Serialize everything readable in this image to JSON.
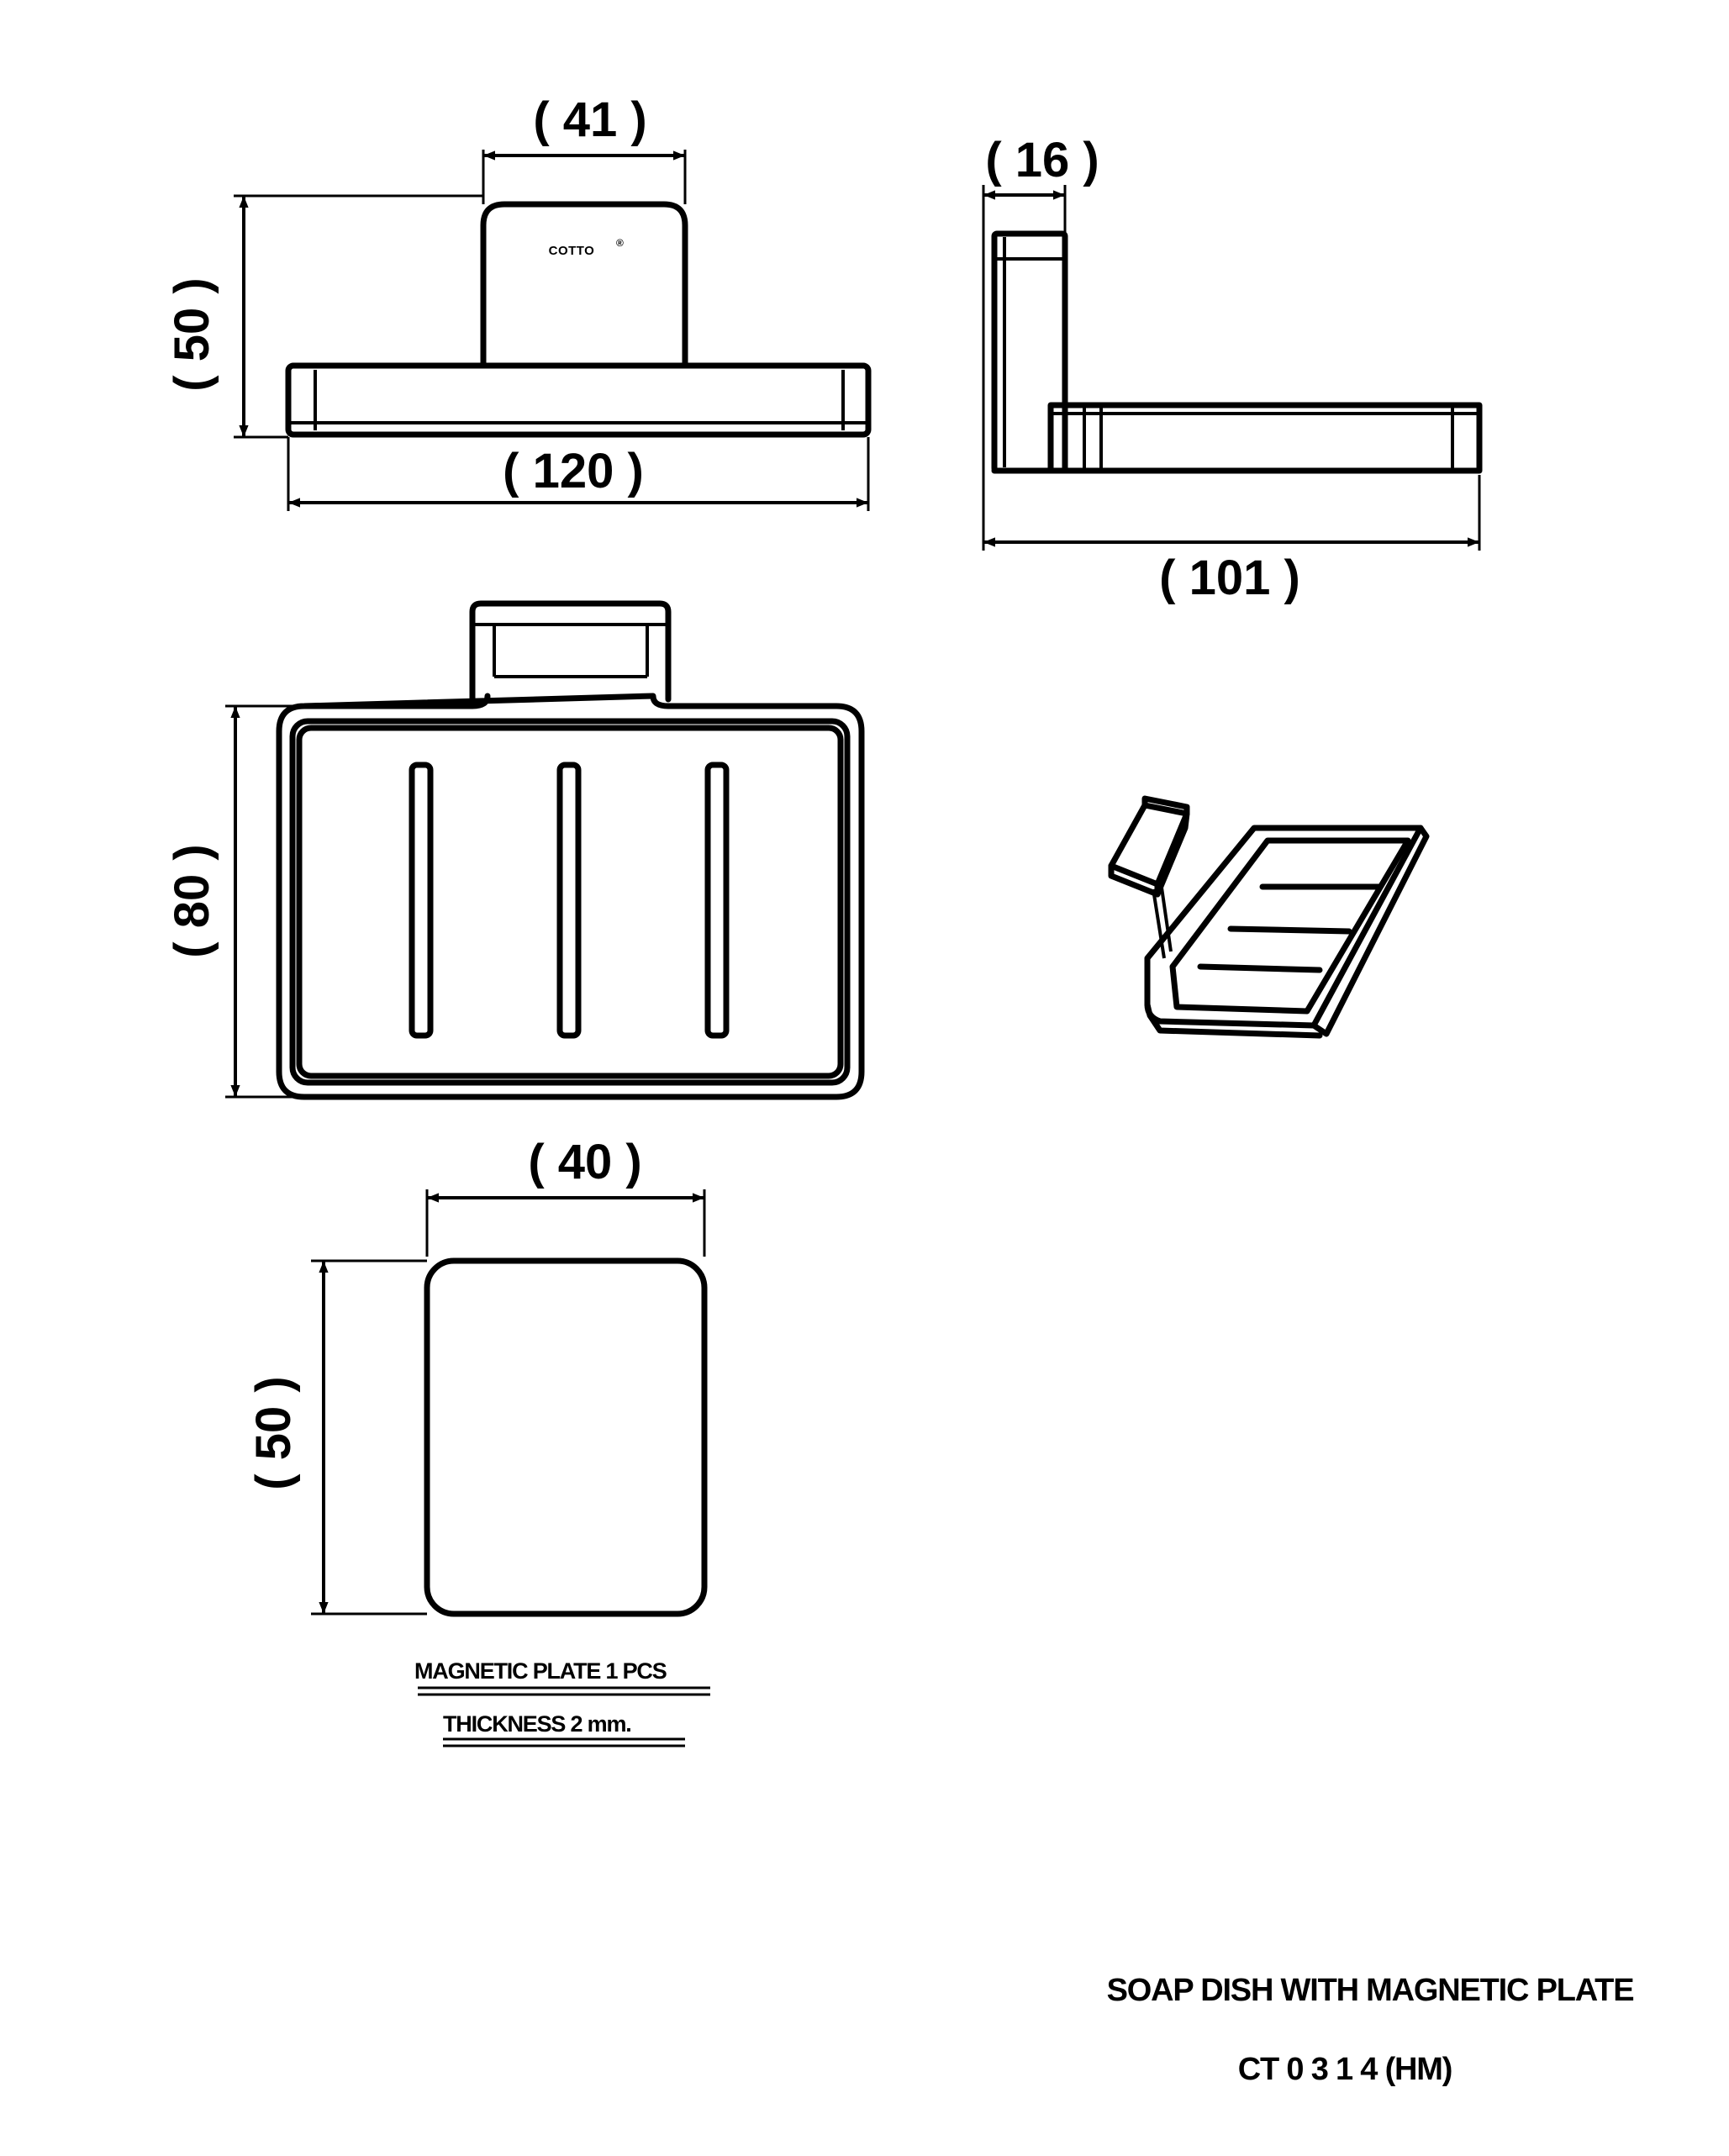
{
  "drawing": {
    "title": "SOAP DISH WITH MAGNETIC PLATE",
    "model": "CT 0 3 1 4 (HM)",
    "logo_text": "COTTO",
    "notes": {
      "magnetic_plate": "MAGNETIC PLATE 1 PCS",
      "thickness": "THICKNESS 2 mm."
    },
    "dimensions": {
      "front_mount_width": "( 41 )",
      "front_height": "( 50 )",
      "front_width": "( 120   )",
      "side_mount_depth": "( 16 )",
      "side_depth": "( 101  )",
      "top_depth": "( 80 )",
      "plate_width": "( 40 )",
      "plate_height": "( 50 )"
    }
  }
}
